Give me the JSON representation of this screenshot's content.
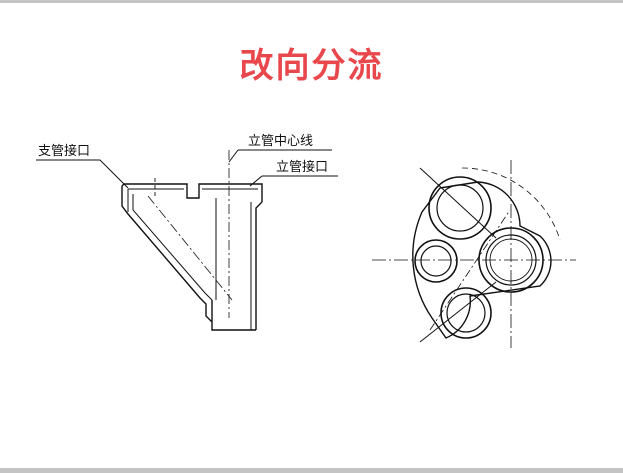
{
  "slide": {
    "title": "改向分流",
    "title_color": "#e8474c",
    "edge_color": "#c4c4c4"
  },
  "fitting_diagram": {
    "labels": {
      "branch_port": "支管接口",
      "riser_centerline": "立管中心线",
      "riser_port": "立管接口"
    },
    "line_color": "#111111"
  }
}
